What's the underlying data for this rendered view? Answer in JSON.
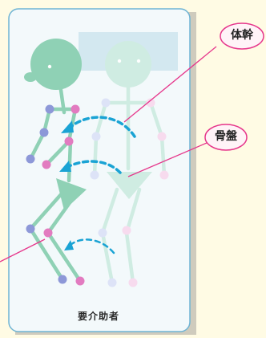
{
  "labels": {
    "trunk": "体幹",
    "pelvis": "骨盤",
    "caption": "要介助者"
  },
  "colors": {
    "background": "#fffbe4",
    "panel": "#f3f9fb",
    "panel_border": "#6fb4d4",
    "panel_shadow": "#cfcbbd",
    "bed_pillow": "#d3e8f0",
    "figure_current": "#8fd1b5",
    "figure_ghost": "#cfece2",
    "joint_blue": "#8d98d8",
    "joint_pink": "#e27bc0",
    "arrow": "#1aa3d4",
    "leader_line": "#e6368b",
    "callout_fill": "#fff3f7",
    "callout_border": "#e6368b"
  }
}
